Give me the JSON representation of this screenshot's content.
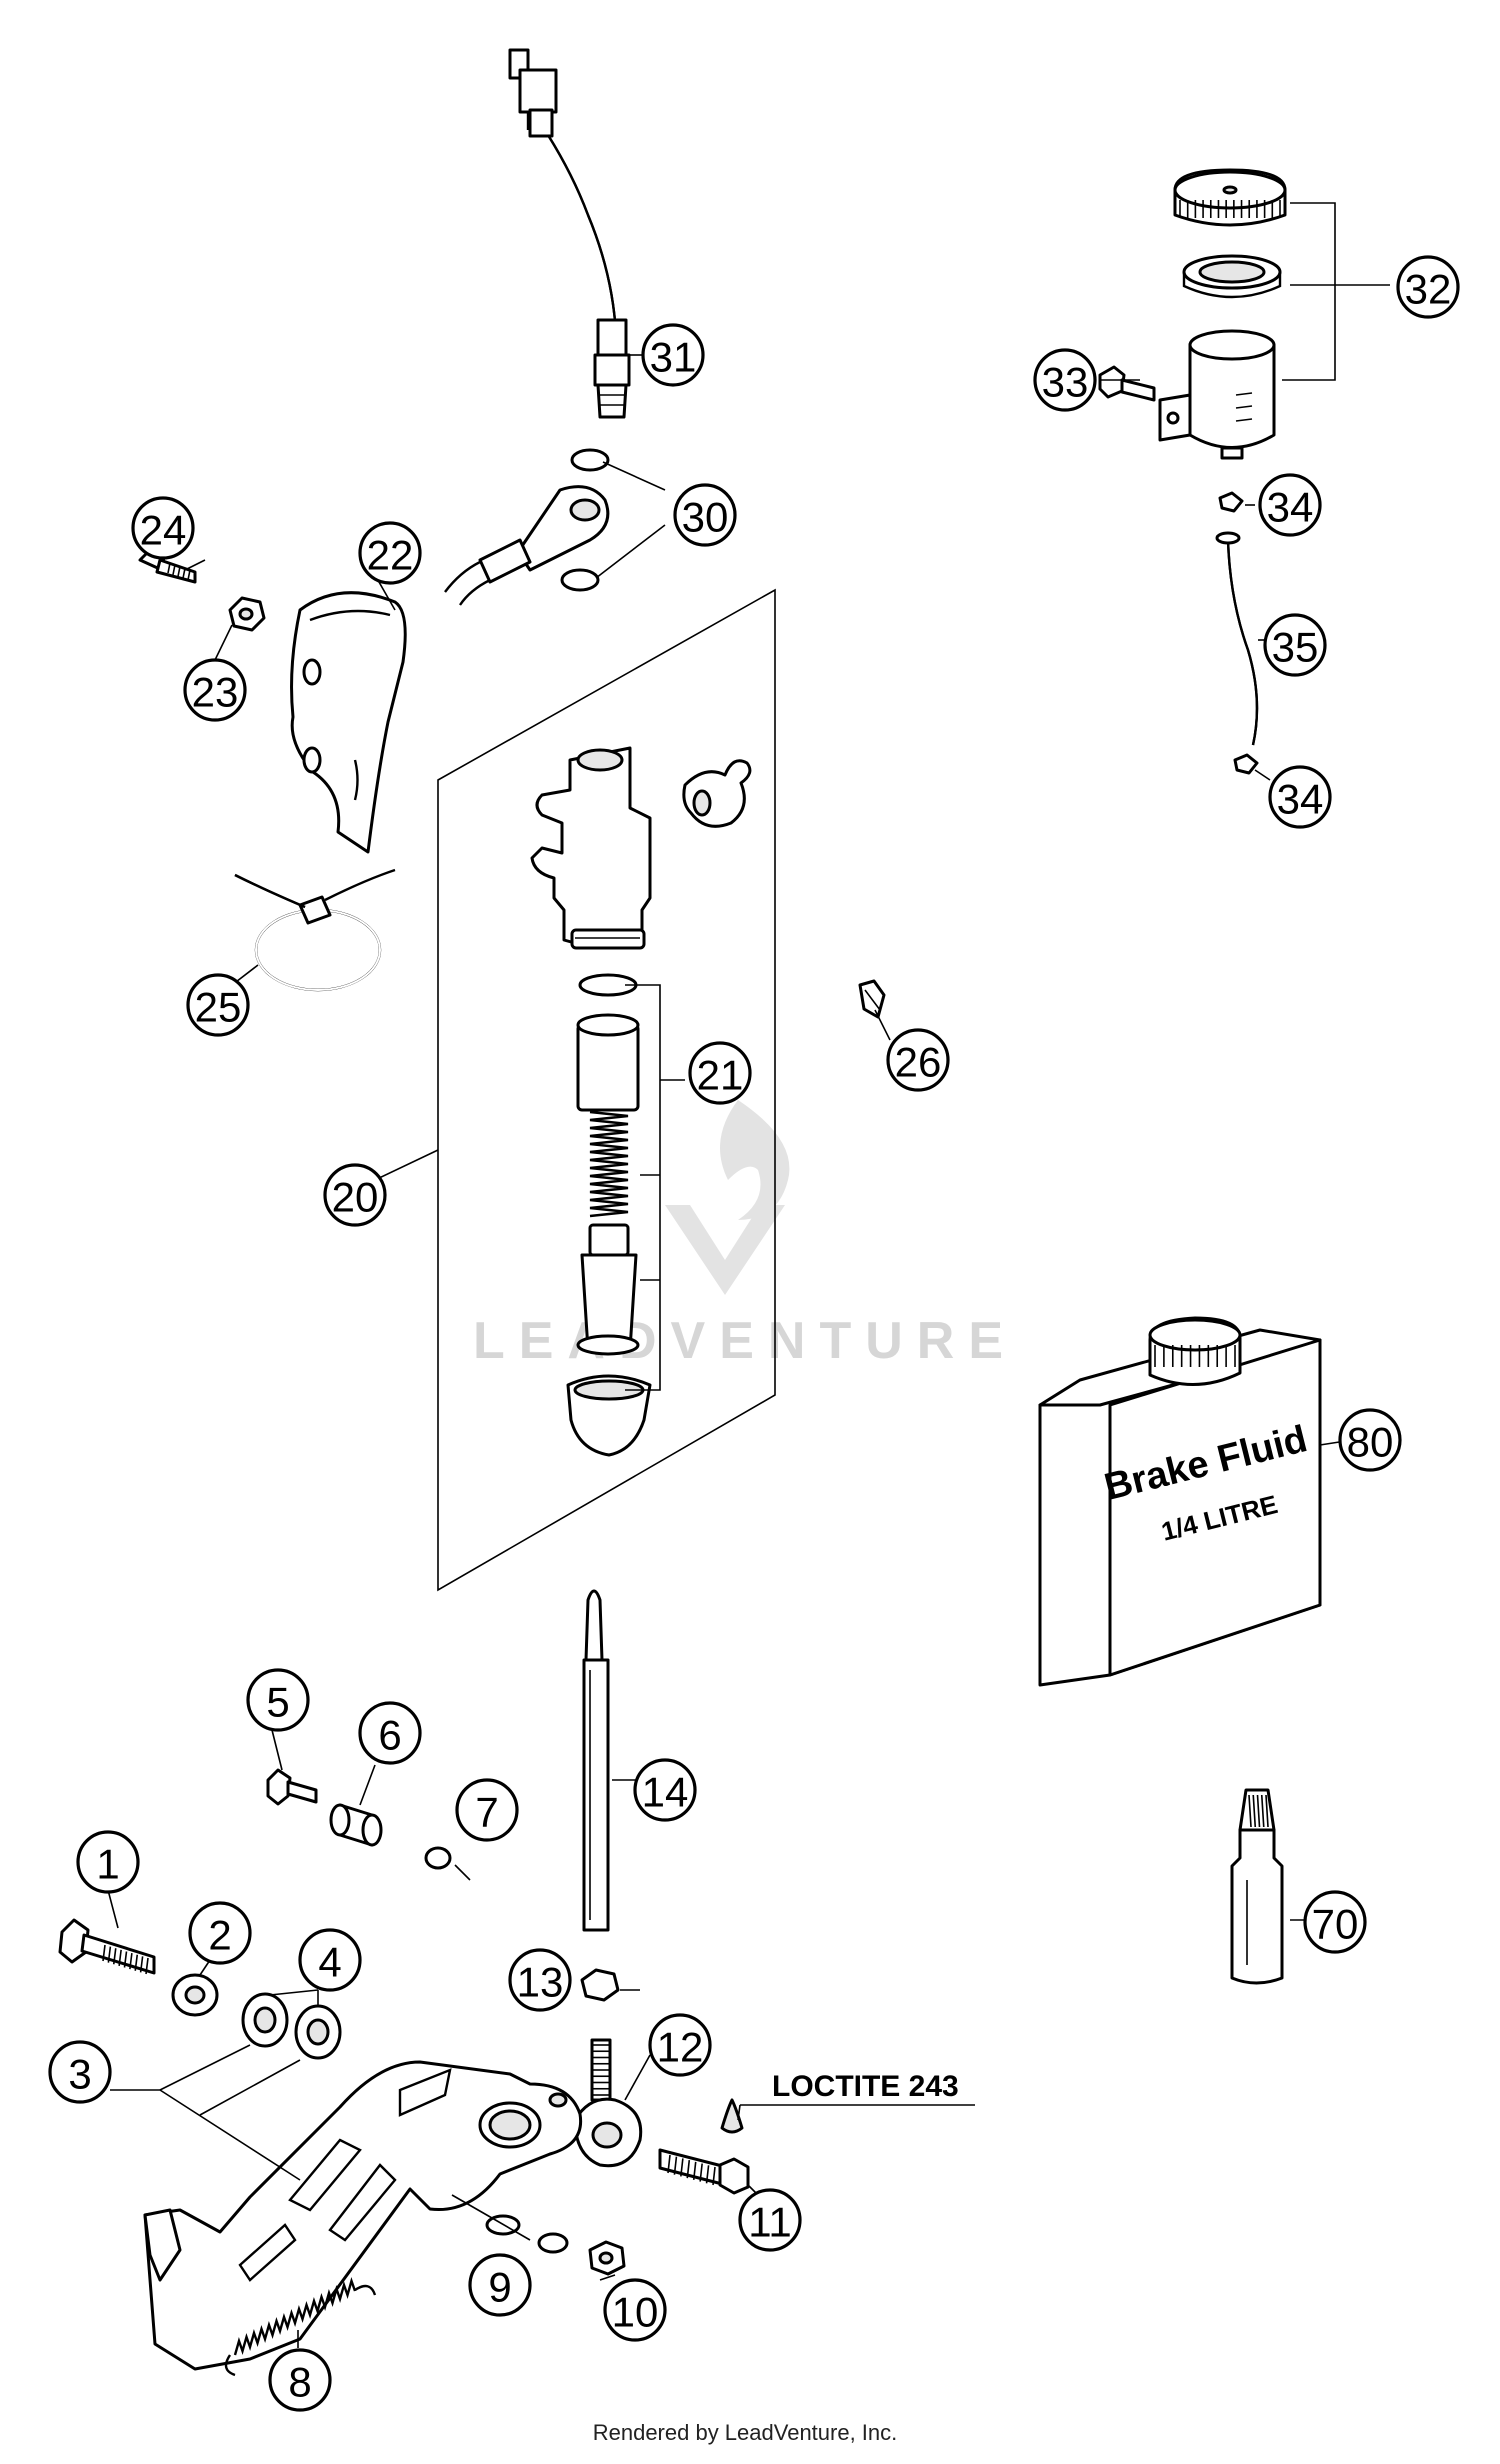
{
  "callouts": [
    {
      "id": "1",
      "label": "1"
    },
    {
      "id": "2",
      "label": "2"
    },
    {
      "id": "3",
      "label": "3"
    },
    {
      "id": "4",
      "label": "4"
    },
    {
      "id": "5",
      "label": "5"
    },
    {
      "id": "6",
      "label": "6"
    },
    {
      "id": "7",
      "label": "7"
    },
    {
      "id": "8",
      "label": "8"
    },
    {
      "id": "9",
      "label": "9"
    },
    {
      "id": "10",
      "label": "10"
    },
    {
      "id": "11",
      "label": "11"
    },
    {
      "id": "12",
      "label": "12"
    },
    {
      "id": "13",
      "label": "13"
    },
    {
      "id": "14",
      "label": "14"
    },
    {
      "id": "20",
      "label": "20"
    },
    {
      "id": "21",
      "label": "21"
    },
    {
      "id": "22",
      "label": "22"
    },
    {
      "id": "23",
      "label": "23"
    },
    {
      "id": "24",
      "label": "24"
    },
    {
      "id": "25",
      "label": "25"
    },
    {
      "id": "26",
      "label": "26"
    },
    {
      "id": "30",
      "label": "30"
    },
    {
      "id": "31",
      "label": "31"
    },
    {
      "id": "32",
      "label": "32"
    },
    {
      "id": "33",
      "label": "33"
    },
    {
      "id": "34a",
      "label": "34"
    },
    {
      "id": "34b",
      "label": "34"
    },
    {
      "id": "35",
      "label": "35"
    },
    {
      "id": "70",
      "label": "70"
    },
    {
      "id": "80",
      "label": "80"
    }
  ],
  "notes": {
    "loctite": "LOCTITE 243"
  },
  "bottle": {
    "line1": "Brake Fluid",
    "line2": "1/4 LITRE"
  },
  "watermark": "LEADVENTURE",
  "footer": "Rendered by LeadVenture, Inc."
}
